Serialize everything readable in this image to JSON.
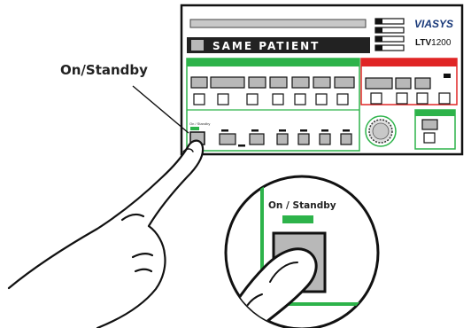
{
  "device": {
    "brand": "VIASYS",
    "model_prefix": "LTV",
    "model_number": "1200",
    "banner": "SAME PATIENT",
    "button_caption": "On / Standby"
  },
  "callout": {
    "label": "On/Standby"
  },
  "inset": {
    "label": "On / Standby"
  },
  "colors": {
    "outline": "#111111",
    "panel_green": "#2db34a",
    "panel_red": "#e02525",
    "button_gray": "#b8b8b8",
    "banner_bg": "#222222",
    "brand_blue": "#1a3a7a"
  },
  "icons": {
    "hand": "pointing-hand-icon",
    "knob": "dial-knob-icon"
  }
}
